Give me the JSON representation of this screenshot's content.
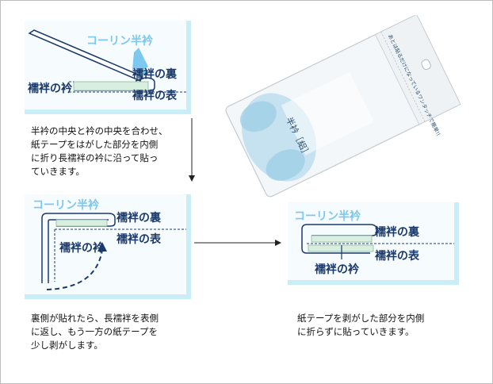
{
  "labels": {
    "collar_strip": "コーリン半衿",
    "juban_collar": "襦袢の衿",
    "juban_back": "襦袢の裏",
    "juban_front": "襦袢の表"
  },
  "captions": {
    "step1": [
      "半衿の中央と衿の中央を合わせ、",
      "紙テープをはがした部分を内側",
      "に折り長襦袢の衿に沿って貼っ",
      "ていきます。"
    ],
    "step2": [
      "裏側が貼れたら、長襦袢を表側",
      "に返し、もう一方の紙テープを",
      "少し剥がします。"
    ],
    "step3": [
      "紙テープを剥がした部分を内側",
      "に折らずに貼っていきます。"
    ]
  },
  "package": {
    "title": "半衿［絽］",
    "top_text": "あとは貼るだけになっているワンタッチで簡単!!"
  },
  "colors": {
    "label_blue": "#1b3a6b",
    "strip_blue": "#7cc8ee",
    "panel_edge": "#c9eef8",
    "tape_green": "#d8efe0"
  }
}
